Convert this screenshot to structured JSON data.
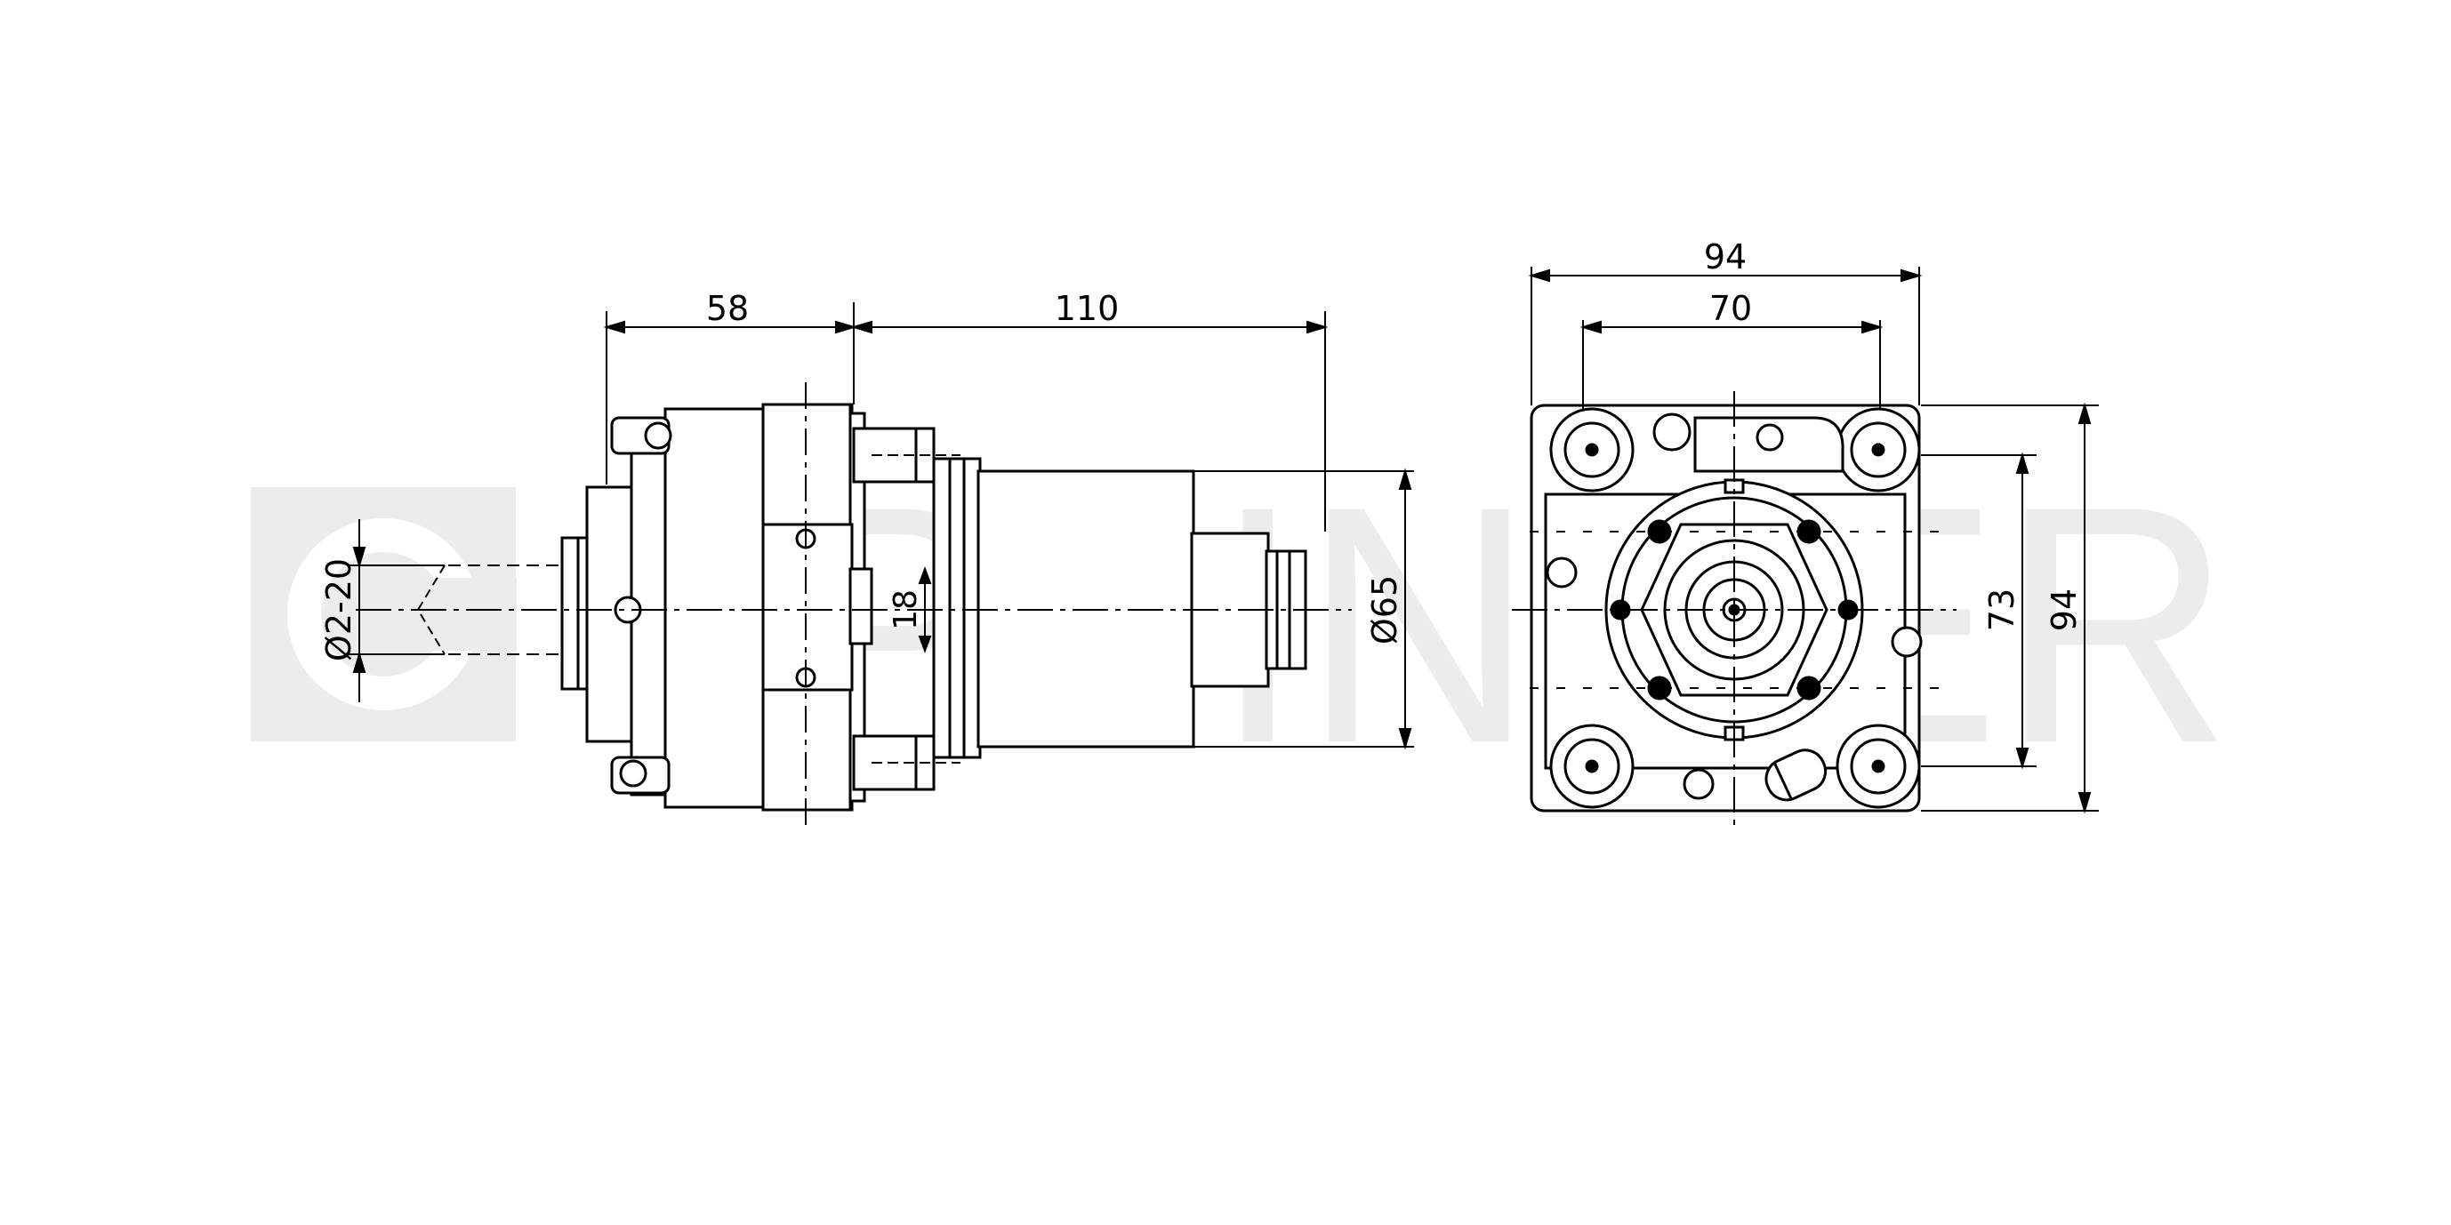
{
  "watermark": {
    "text": "EPPINGER",
    "color": "#ececec"
  },
  "side_view": {
    "dims": {
      "flange_length": "58",
      "shank_length": "110",
      "shank_diameter": "Ø65",
      "key_width": "18",
      "collet_range": "Ø2-20"
    }
  },
  "front_view": {
    "dims": {
      "overall_width": "94",
      "hole_spacing_horizontal": "70",
      "hole_spacing_vertical": "73",
      "overall_height": "94"
    }
  },
  "colors": {
    "line": "#000000",
    "background": "#ffffff"
  }
}
